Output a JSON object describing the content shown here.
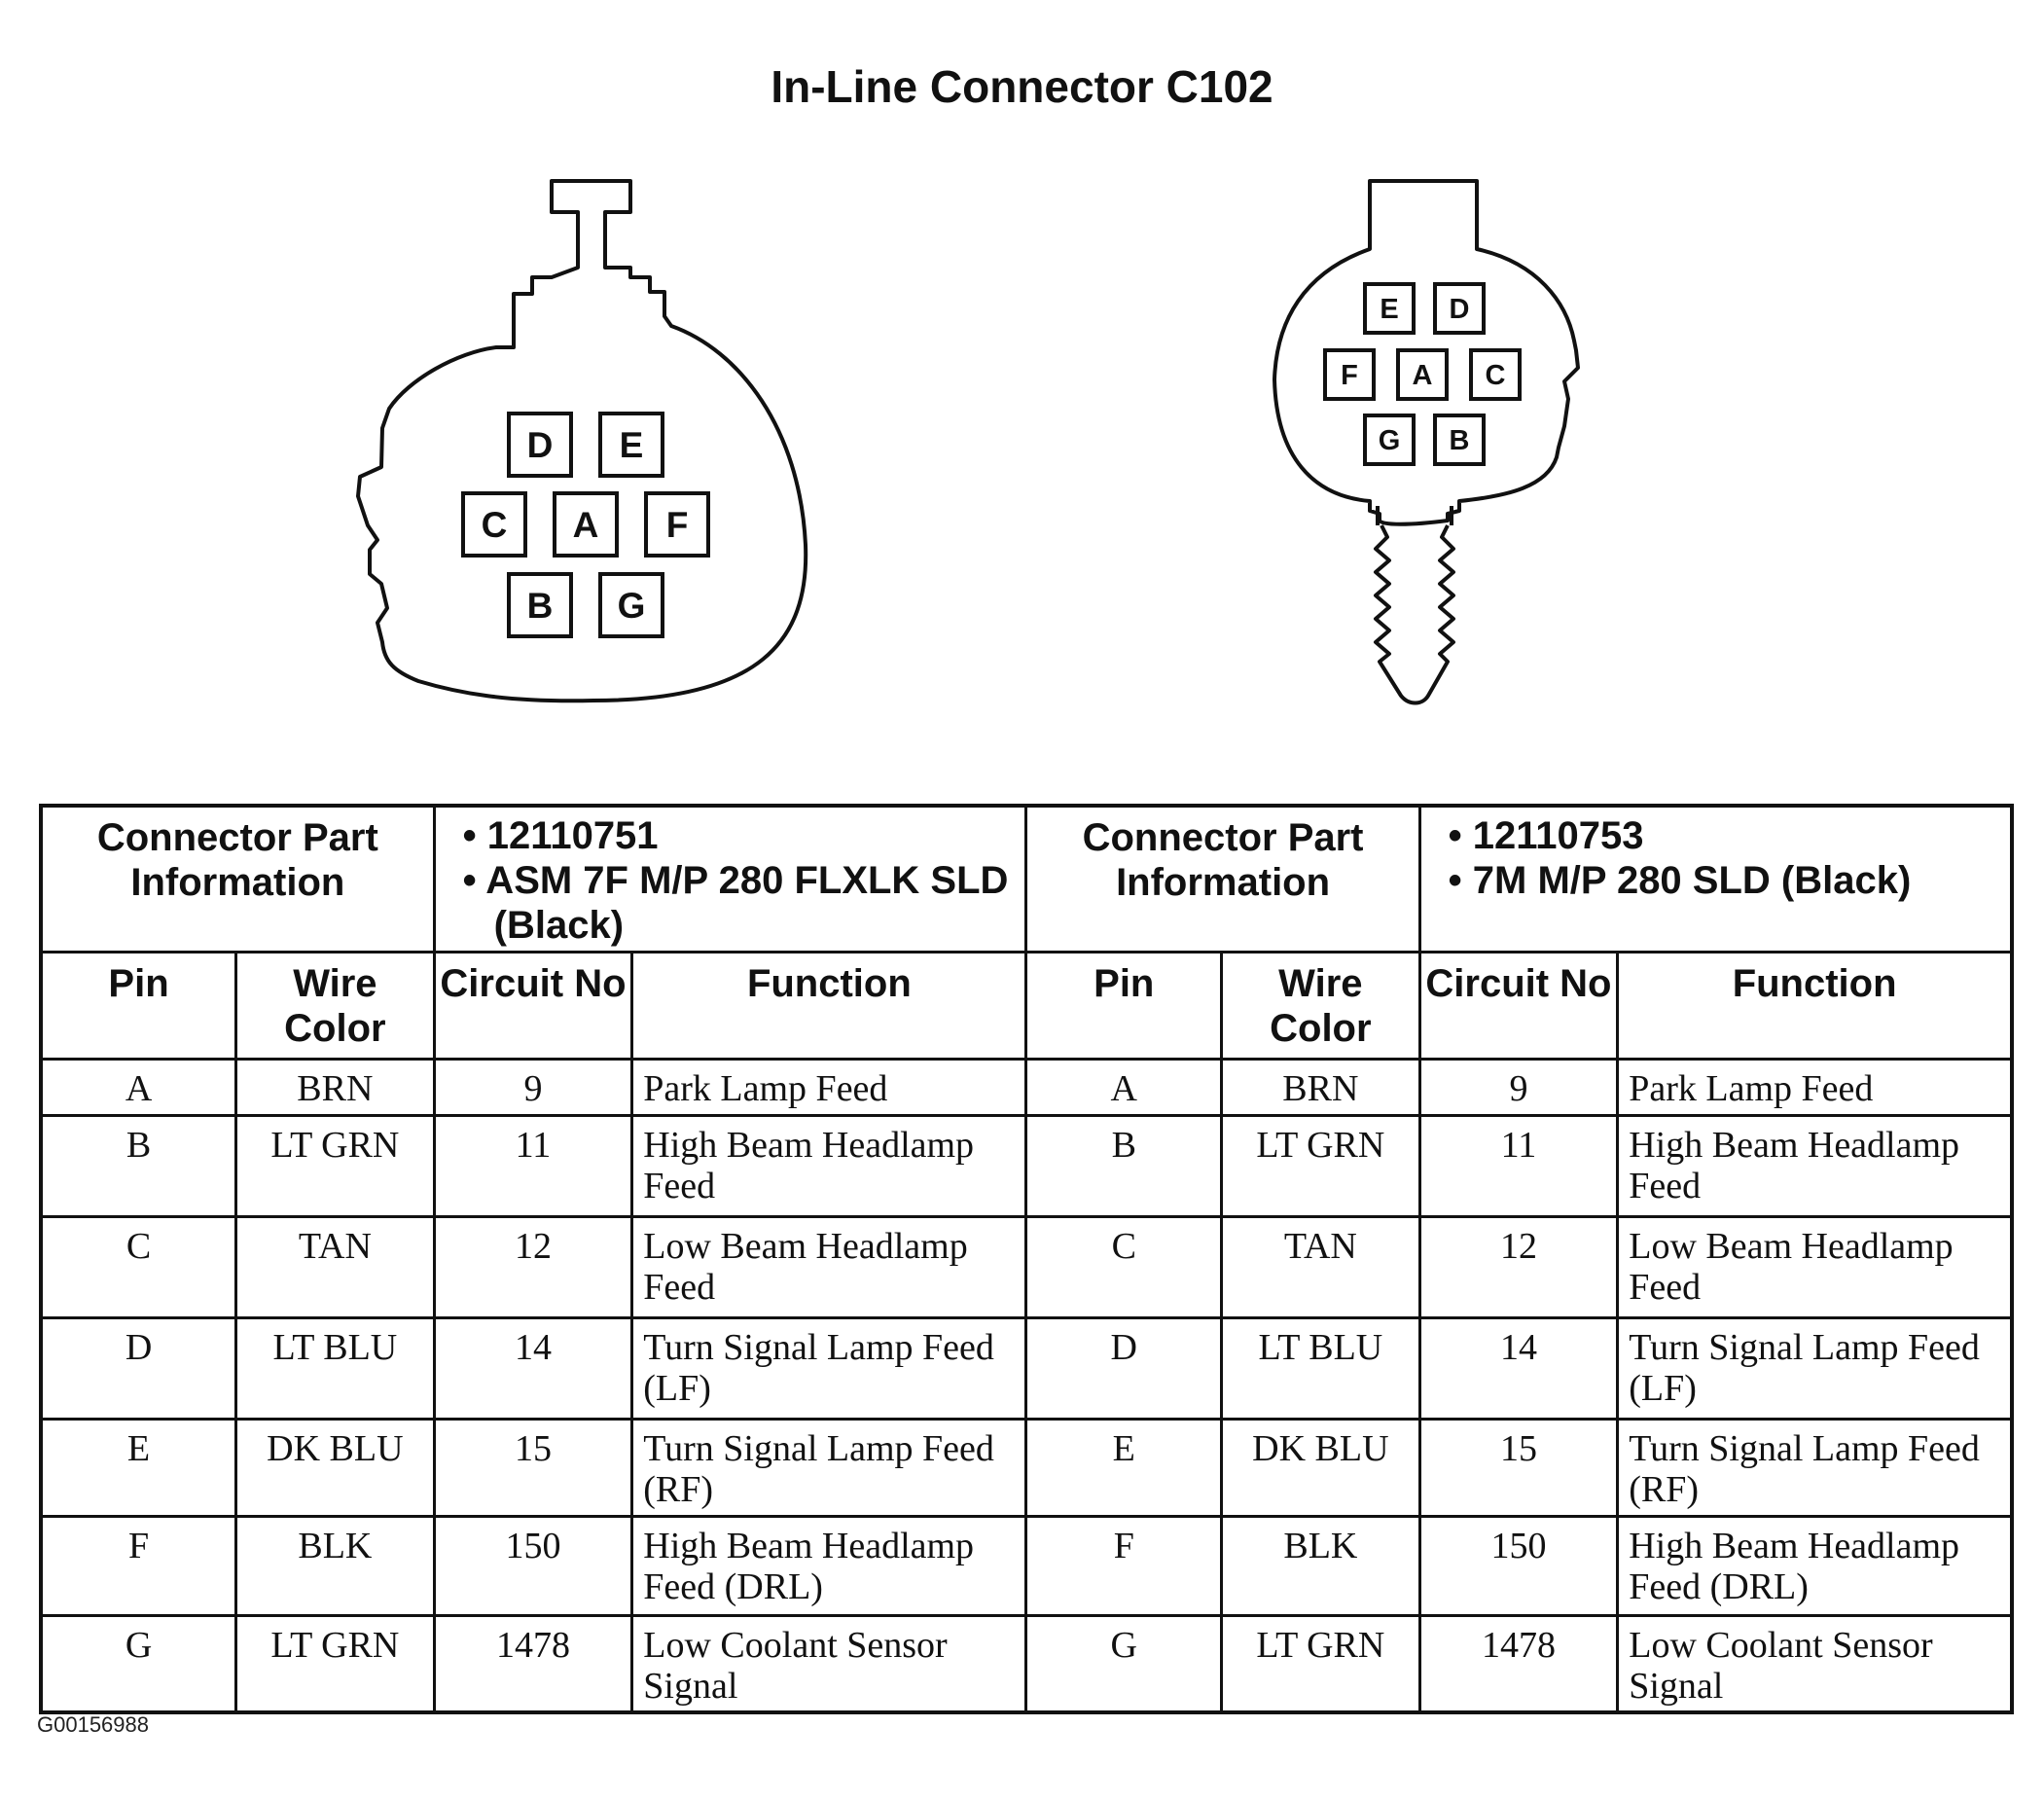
{
  "title": "In-Line Connector C102",
  "connectors": [
    {
      "pins": [
        "D",
        "E",
        "C",
        "A",
        "F",
        "B",
        "G"
      ]
    },
    {
      "pins": [
        "E",
        "D",
        "F",
        "A",
        "C",
        "G",
        "B"
      ]
    }
  ],
  "table": {
    "part_info_label": "Connector Part Information",
    "left_part": [
      "• 12110751",
      "• ASM 7F M/P 280 FLXLK SLD (Black)"
    ],
    "right_part": [
      "• 12110753",
      "• 7M M/P 280 SLD (Black)"
    ],
    "headers": [
      "Pin",
      "Wire Color",
      "Circuit No",
      "Function"
    ],
    "rows": [
      {
        "pin": "A",
        "color": "BRN",
        "circuit": "9",
        "function": "Park Lamp Feed"
      },
      {
        "pin": "B",
        "color": "LT GRN",
        "circuit": "11",
        "function": "High Beam Headlamp Feed"
      },
      {
        "pin": "C",
        "color": "TAN",
        "circuit": "12",
        "function": "Low Beam Headlamp Feed"
      },
      {
        "pin": "D",
        "color": "LT BLU",
        "circuit": "14",
        "function": "Turn Signal Lamp Feed (LF)"
      },
      {
        "pin": "E",
        "color": "DK BLU",
        "circuit": "15",
        "function": "Turn Signal Lamp Feed (RF)"
      },
      {
        "pin": "F",
        "color": "BLK",
        "circuit": "150",
        "function": "High Beam Headlamp Feed (DRL)"
      },
      {
        "pin": "G",
        "color": "LT GRN",
        "circuit": "1478",
        "function": "Low Coolant Sensor Signal"
      }
    ]
  },
  "figure_id": "G00156988"
}
